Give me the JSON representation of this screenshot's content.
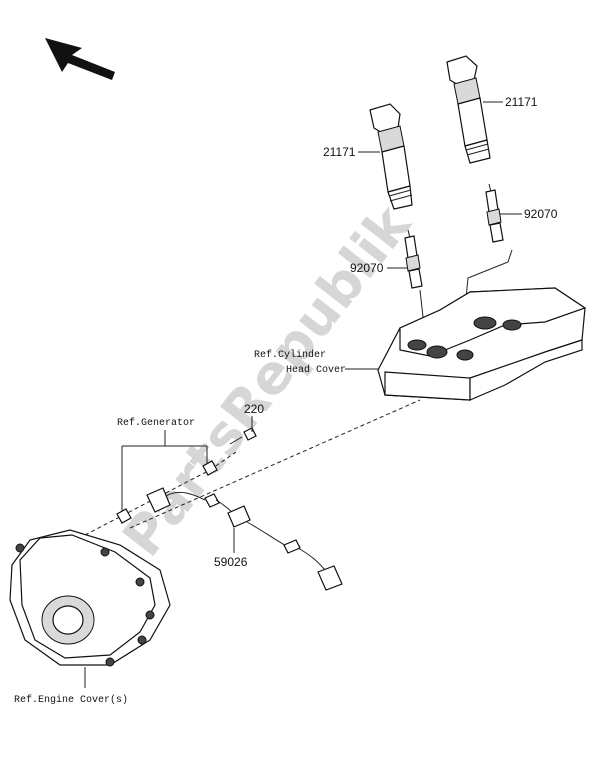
{
  "watermark": "PartsRepublik",
  "labels": {
    "coil_top": "21171",
    "coil_left": "21171",
    "plug_right": "92070",
    "plug_left": "92070",
    "ref_cylinder_line1": "Ref.Cylinder",
    "ref_cylinder_line2": "Head Cover",
    "bolt": "220",
    "ref_generator": "Ref.Generator",
    "sensor": "59026",
    "ref_engine_cover": "Ref.Engine Cover(s)"
  },
  "icons": {
    "direction": "front-direction-arrow-icon"
  }
}
